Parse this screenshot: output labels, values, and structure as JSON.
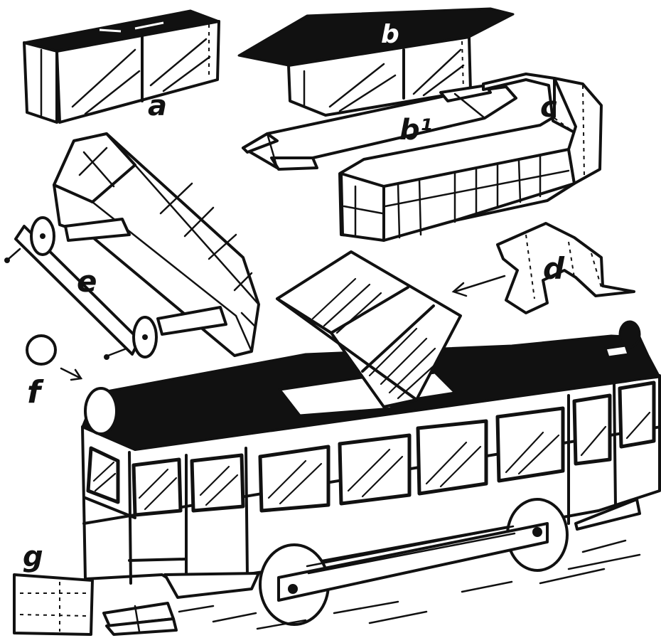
{
  "figure": {
    "labels": {
      "a": "a",
      "b": "b",
      "b1": "b¹",
      "c": "c",
      "d": "d",
      "e": "e",
      "f": "f",
      "g": "g"
    }
  }
}
